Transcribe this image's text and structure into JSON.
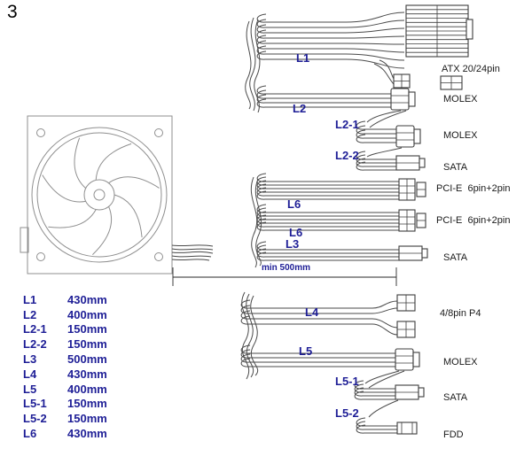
{
  "figure": {
    "number": "3"
  },
  "diagram": {
    "cables": [
      {
        "label": "L1",
        "connector": "ATX 20/24pin"
      },
      {
        "label": "L2",
        "connector": "MOLEX"
      },
      {
        "label": "L2-1",
        "connector": "MOLEX"
      },
      {
        "label": "L2-2",
        "connector": "SATA"
      },
      {
        "label": "L6",
        "connector": "PCI-E  6pin+2pin"
      },
      {
        "label": "L6",
        "connector": "PCI-E  6pin+2pin"
      },
      {
        "label": "L3",
        "connector": "SATA"
      },
      {
        "label": "L4",
        "connector": "4/8pin P4"
      },
      {
        "label": "L5",
        "connector": "MOLEX"
      },
      {
        "label": "L5-1",
        "connector": "SATA"
      },
      {
        "label": "L5-2",
        "connector": "FDD"
      }
    ],
    "dimension_label": "min 500mm"
  },
  "legend": {
    "items": [
      {
        "label": "L1",
        "length": "430mm"
      },
      {
        "label": "L2",
        "length": "400mm"
      },
      {
        "label": "L2-1",
        "length": "150mm"
      },
      {
        "label": "L2-2",
        "length": "150mm"
      },
      {
        "label": "L3",
        "length": "500mm"
      },
      {
        "label": "L4",
        "length": "430mm"
      },
      {
        "label": "L5",
        "length": "400mm"
      },
      {
        "label": "L5-1",
        "length": "150mm"
      },
      {
        "label": "L5-2",
        "length": "150mm"
      },
      {
        "label": "L6",
        "length": "430mm"
      }
    ]
  },
  "colors": {
    "label_blue": "#1e1e96",
    "line_gray": "#4a4a4a",
    "text_black": "#1a1a1a"
  }
}
